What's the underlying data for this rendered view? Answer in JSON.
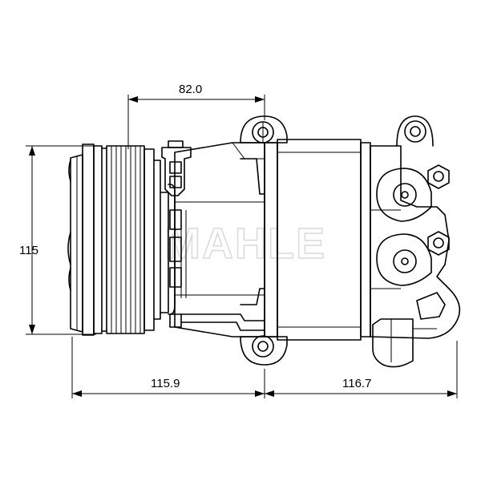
{
  "dimensions": {
    "top_width": "82.0",
    "height": "115",
    "bottom_left": "115.9",
    "bottom_right": "116.7"
  },
  "watermark": "MAHLE",
  "colors": {
    "line": "#000000",
    "background": "#ffffff",
    "watermark_outline": "#d9d9d9"
  }
}
